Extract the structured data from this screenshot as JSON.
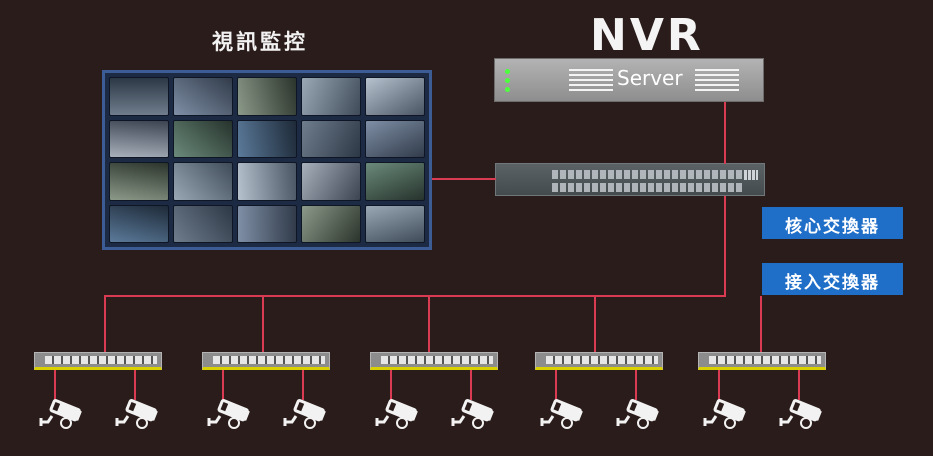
{
  "labels": {
    "video_wall": "視訊監控",
    "nvr": "NVR",
    "server": "Server",
    "core_switch": "核心交換器",
    "access_switch": "接入交換器"
  },
  "colors": {
    "background": "#2a1c1a",
    "line": "#d83b52",
    "badge": "#1f6ec8",
    "led": "#4cff3c",
    "switch_stripe": "#d8d000"
  },
  "icons": [
    "server-icon",
    "core-switch-icon",
    "access-switch-icon",
    "cctv-camera-icon"
  ]
}
